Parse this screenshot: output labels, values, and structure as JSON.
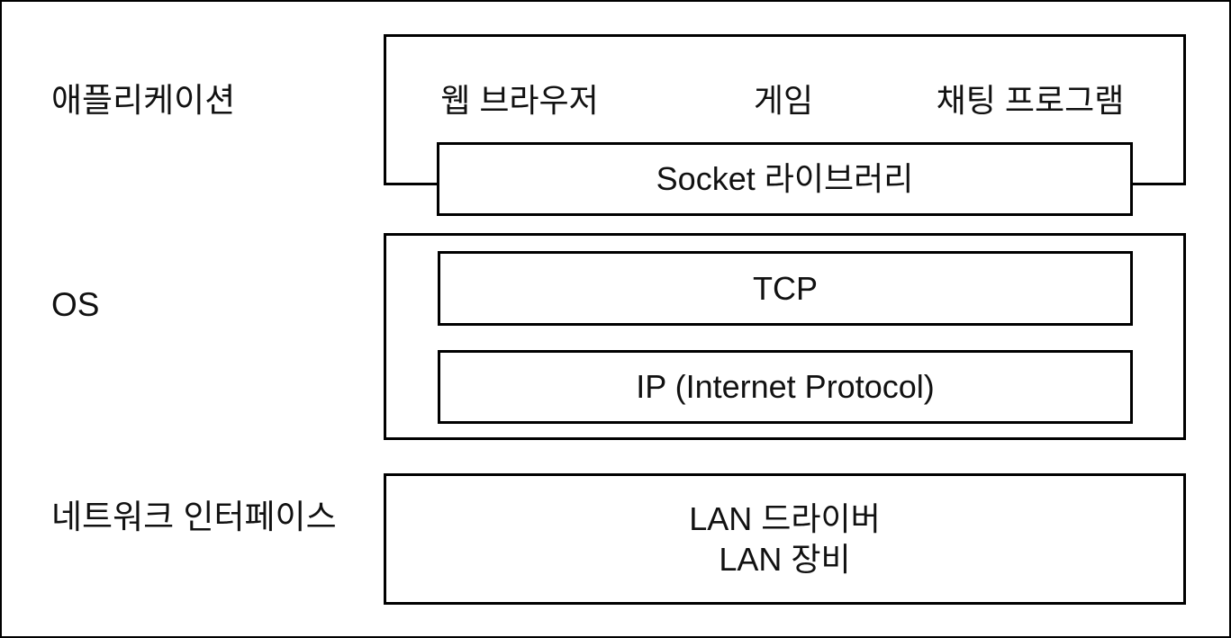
{
  "colors": {
    "border": "#000000",
    "background": "#ffffff",
    "text": "#111111"
  },
  "diagram": {
    "layer_labels": {
      "application": "애플리케이션",
      "os": "OS",
      "network_interface": "네트워크 인터페이스"
    },
    "application_box": {
      "items": [
        "웹 브라우저",
        "게임",
        "채팅 프로그램"
      ],
      "socket_library": "Socket 라이브러리"
    },
    "os_box": {
      "tcp": "TCP",
      "ip": "IP (Internet Protocol)"
    },
    "network_interface_box": {
      "line1": "LAN 드라이버",
      "line2": "LAN 장비"
    }
  }
}
